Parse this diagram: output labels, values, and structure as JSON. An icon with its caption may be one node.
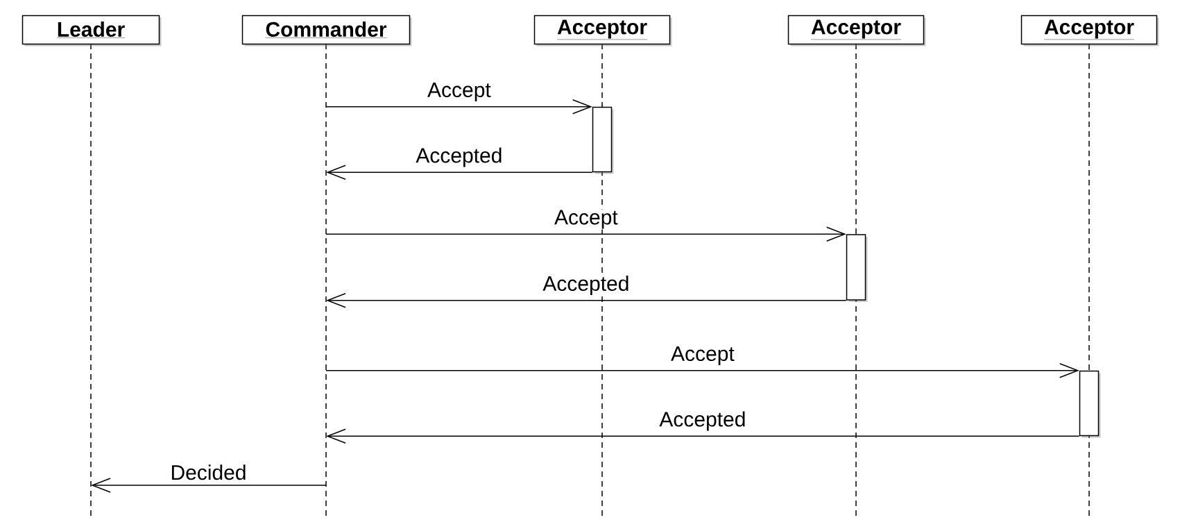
{
  "diagram": {
    "nodes": [
      {
        "text": [
          "Leader"
        ]
      },
      {
        "text": [
          "Commander"
        ]
      },
      {
        "text": [
          "Acceptor"
        ]
      },
      {
        "text": [
          "Acceptor"
        ]
      },
      {
        "text": [
          "Acceptor"
        ]
      },
      {
        "text": [],
        "shape": "box",
        "in": 2
      },
      {
        "text": [],
        "shape": "box",
        "in": 3
      },
      {
        "text": [],
        "shape": "box",
        "in": 4
      }
    ],
    "edges": [
      {
        "from": 1,
        "to": 5,
        "arrow": "to",
        "label": "Accept"
      },
      {
        "from": 5,
        "to": 1,
        "arrow": "to",
        "label": "Accepted"
      },
      {
        "from": 1,
        "to": 6,
        "arrow": "to",
        "label": "Accept"
      },
      {
        "from": 6,
        "to": 1,
        "arrow": "to",
        "label": "Accepted"
      },
      {
        "from": 1,
        "to": 7,
        "arrow": "to",
        "label": "Accept"
      },
      {
        "from": 7,
        "to": 1,
        "arrow": "to",
        "label": "Accepted"
      },
      {
        "from": 1,
        "to": 0,
        "arrow": "to",
        "label": "Decided"
      }
    ]
  }
}
